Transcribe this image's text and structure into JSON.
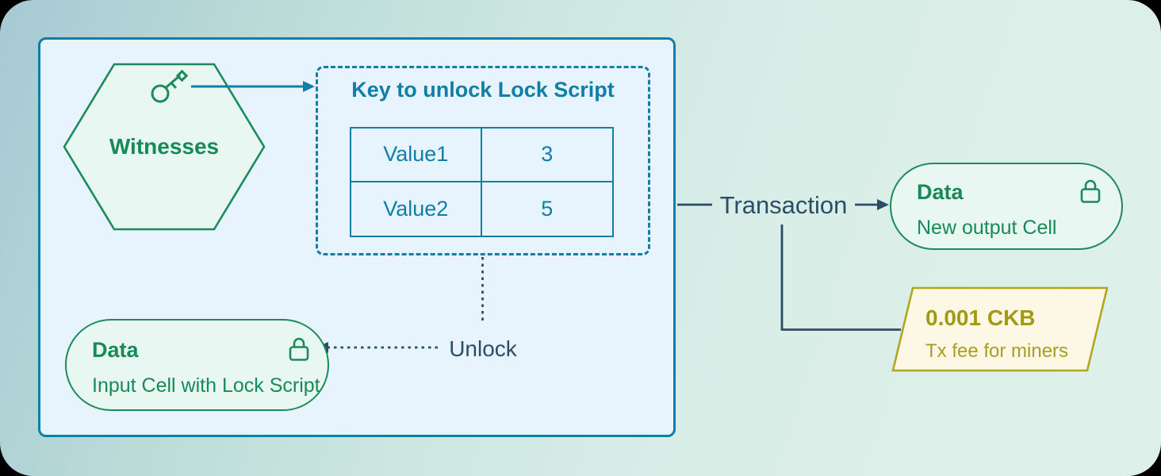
{
  "diagram": {
    "witnesses": {
      "label": "Witnesses"
    },
    "key_box": {
      "title": "Key to unlock Lock Script",
      "rows": [
        {
          "name": "Value1",
          "value": "3"
        },
        {
          "name": "Value2",
          "value": "5"
        }
      ]
    },
    "unlock_label": "Unlock",
    "input_cell": {
      "title": "Data",
      "subtitle": "Input Cell with Lock Script"
    },
    "transaction_label": "Transaction",
    "output_cell": {
      "title": "Data",
      "subtitle": "New output Cell"
    },
    "fee": {
      "amount": "0.001 CKB",
      "note": "Tx fee for miners"
    },
    "icons": {
      "key": "key-icon",
      "input_lock": "lock-icon",
      "output_lock": "lock-icon"
    },
    "colors": {
      "blue": "#0e7fa7",
      "green": "#1b8a5c",
      "slate": "#2b4d66",
      "olive_border": "#b2a51f",
      "olive_text": "#a39a14",
      "box_fill": "#e7f3fd",
      "cell_fill": "#e9f7f2",
      "fee_fill": "#fcf8e5"
    }
  }
}
